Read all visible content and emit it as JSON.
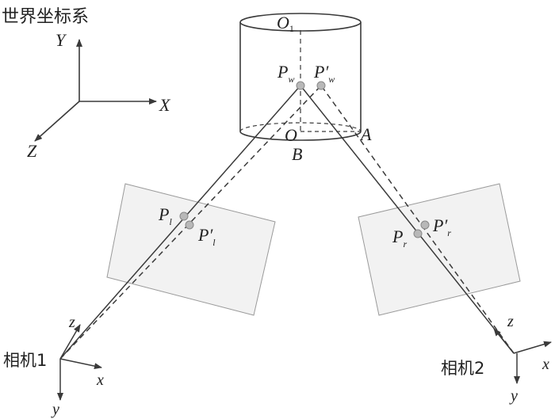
{
  "world": {
    "title": "世界坐标系",
    "axis_x": "X",
    "axis_y": "Y",
    "axis_z": "Z"
  },
  "cylinder": {
    "top_center": "O",
    "top_center_sub": "1",
    "bottom_center": "O",
    "point_a": "A",
    "point_b": "B"
  },
  "world_points": {
    "pw": "P",
    "pw_sub": "w",
    "pw_prime": "P′",
    "pw_prime_sub": "w"
  },
  "left_image": {
    "pl": "P",
    "pl_sub": "l",
    "pl_prime": "P′",
    "pl_prime_sub": "l"
  },
  "right_image": {
    "pr": "P",
    "pr_sub": "r",
    "pr_prime": "P′",
    "pr_prime_sub": "r"
  },
  "camera1": {
    "label": "相机1",
    "axis_x": "x",
    "axis_y": "y",
    "axis_z": "z"
  },
  "camera2": {
    "label": "相机2",
    "axis_x": "x",
    "axis_y": "y",
    "axis_z": "z"
  },
  "colors": {
    "line": "#3a3a3a",
    "plane_fill": "#f2f2f2",
    "plane_stroke": "#9a9a9a",
    "point_fill": "#b8b8b8"
  }
}
